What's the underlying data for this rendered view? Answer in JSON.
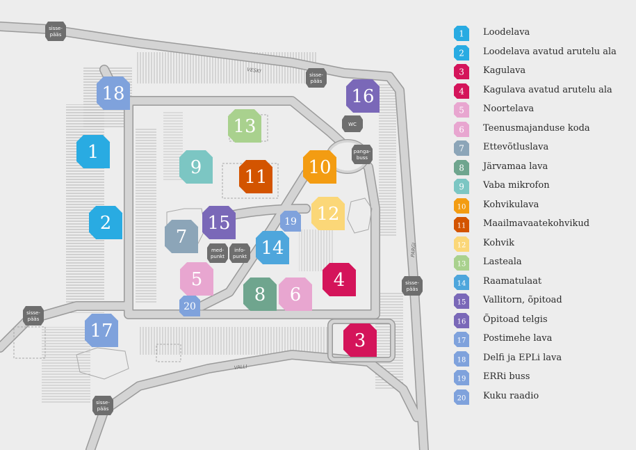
{
  "colors": {
    "c1": "#29abe2",
    "c2": "#29abe2",
    "c3": "#d4145a",
    "c4": "#d4145a",
    "c5": "#e8a6d0",
    "c6": "#e8a6d0",
    "c7": "#8ca5b8",
    "c8": "#6fa58e",
    "c9": "#7cc6c3",
    "c10": "#f39c12",
    "c11": "#d35400",
    "c12": "#fbd778",
    "c13": "#a9d18e",
    "c14": "#4ea6dc",
    "c15": "#7a68b8",
    "c16": "#7a68b8",
    "c17": "#7fa2dc",
    "c18": "#7fa2dc",
    "c19": "#7fa2dc",
    "c20": "#7fa2dc",
    "facility": "#6e6e6e",
    "road": "#d2d2d2",
    "road_edge": "#9a9a9a",
    "background": "#ededed"
  },
  "legend": [
    {
      "num": "1",
      "label": "Loodelava",
      "color": "#29abe2"
    },
    {
      "num": "2",
      "label": "Loodelava avatud arutelu ala",
      "color": "#29abe2"
    },
    {
      "num": "3",
      "label": "Kagulava",
      "color": "#d4145a"
    },
    {
      "num": "4",
      "label": "Kagulava avatud arutelu ala",
      "color": "#d4145a"
    },
    {
      "num": "5",
      "label": "Noortelava",
      "color": "#e8a6d0"
    },
    {
      "num": "6",
      "label": "Teenusmajanduse koda",
      "color": "#e8a6d0"
    },
    {
      "num": "7",
      "label": "Ettevõtluslava",
      "color": "#8ca5b8"
    },
    {
      "num": "8",
      "label": "Järvamaa lava",
      "color": "#6fa58e"
    },
    {
      "num": "9",
      "label": "Vaba mikrofon",
      "color": "#7cc6c3"
    },
    {
      "num": "10",
      "label": "Kohvikulava",
      "color": "#f39c12"
    },
    {
      "num": "11",
      "label": "Maailmavaatekohvikud",
      "color": "#d35400"
    },
    {
      "num": "12",
      "label": "Kohvik",
      "color": "#fbd778"
    },
    {
      "num": "13",
      "label": "Lasteala",
      "color": "#a9d18e"
    },
    {
      "num": "14",
      "label": "Raamatulaat",
      "color": "#4ea6dc"
    },
    {
      "num": "15",
      "label": "Vallitorn, õpitoad",
      "color": "#7a68b8"
    },
    {
      "num": "16",
      "label": "Õpitoad telgis",
      "color": "#7a68b8"
    },
    {
      "num": "17",
      "label": "Postimehe lava",
      "color": "#7fa2dc"
    },
    {
      "num": "18",
      "label": "Delfi ja EPLi lava",
      "color": "#7fa2dc"
    },
    {
      "num": "19",
      "label": "ERRi buss",
      "color": "#7fa2dc"
    },
    {
      "num": "20",
      "label": "Kuku raadio",
      "color": "#7fa2dc"
    }
  ],
  "markers": [
    {
      "num": "1",
      "color": "#29abe2"
    },
    {
      "num": "2",
      "color": "#29abe2"
    },
    {
      "num": "3",
      "color": "#d4145a"
    },
    {
      "num": "4",
      "color": "#d4145a"
    },
    {
      "num": "5",
      "color": "#e8a6d0"
    },
    {
      "num": "6",
      "color": "#e8a6d0"
    },
    {
      "num": "7",
      "color": "#8ca5b8"
    },
    {
      "num": "8",
      "color": "#6fa58e"
    },
    {
      "num": "9",
      "color": "#7cc6c3"
    },
    {
      "num": "10",
      "color": "#f39c12"
    },
    {
      "num": "11",
      "color": "#d35400"
    },
    {
      "num": "12",
      "color": "#fbd778"
    },
    {
      "num": "13",
      "color": "#a9d18e"
    },
    {
      "num": "14",
      "color": "#4ea6dc"
    },
    {
      "num": "15",
      "color": "#7a68b8"
    },
    {
      "num": "16",
      "color": "#7a68b8"
    },
    {
      "num": "17",
      "color": "#7fa2dc"
    },
    {
      "num": "18",
      "color": "#7fa2dc"
    },
    {
      "num": "19",
      "color": "#7fa2dc"
    },
    {
      "num": "20",
      "color": "#7fa2dc"
    }
  ],
  "facilities": {
    "entrance_line1": "sisse-",
    "entrance_line2": "pääs",
    "wc": "WC",
    "bank_line1": "panga-",
    "bank_line2": "buss",
    "med_line1": "med-",
    "med_line2": "punkt",
    "info_line1": "info-",
    "info_line2": "punkt"
  },
  "roads": {
    "veski": "VESKI",
    "valli": "VALLI",
    "pargi": "PARGI"
  }
}
